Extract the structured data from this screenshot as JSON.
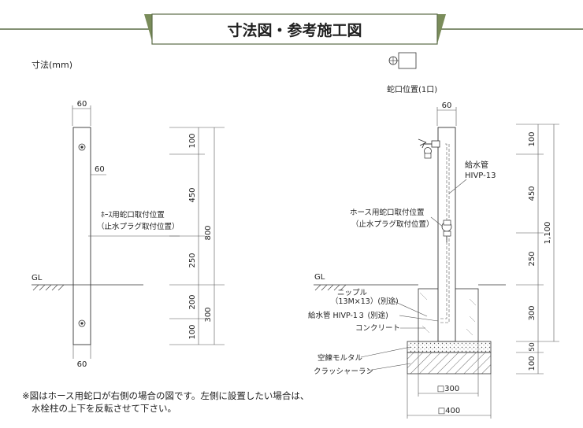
{
  "title": "寸法図・参考施工図",
  "units_label": "寸法(mm)",
  "left": {
    "top_width": "60",
    "side_width": "60",
    "bottom_width": "60",
    "label1": "ﾎｰｽ用蛇口取付位置",
    "label2": "（止水プラグ取付位置）",
    "gl": "GL",
    "dims": [
      "100",
      "450",
      "250",
      "200",
      "100"
    ],
    "total_upper": "800",
    "total_lower": "300"
  },
  "right": {
    "faucet_caption": "蛇口位置(1口)",
    "top_width": "60",
    "pipe_label1": "給水管",
    "pipe_label2": "HIVP-13",
    "hose_label1": "ホース用蛇口取付位置",
    "hose_label2": "（止水プラグ取付位置）",
    "gl": "GL",
    "nipple1": "ニップル",
    "nipple2": "（13M×13）(別途)",
    "pipe_lower": "給水管 HIVP-1３ (別途)",
    "concrete": "コンクリート",
    "mortar": "空練モルタル",
    "crusher": "クラッシャーラン",
    "dims": [
      "100",
      "450",
      "250",
      "300",
      "50",
      "100"
    ],
    "total": "1,100",
    "base_inner": "□300",
    "base_outer": "□400"
  },
  "note_line1": "※図はホース用蛇口が右側の場合の図です。左側に設置したい場合は、",
  "note_line2": "水栓柱の上下を反転させて下さい。"
}
